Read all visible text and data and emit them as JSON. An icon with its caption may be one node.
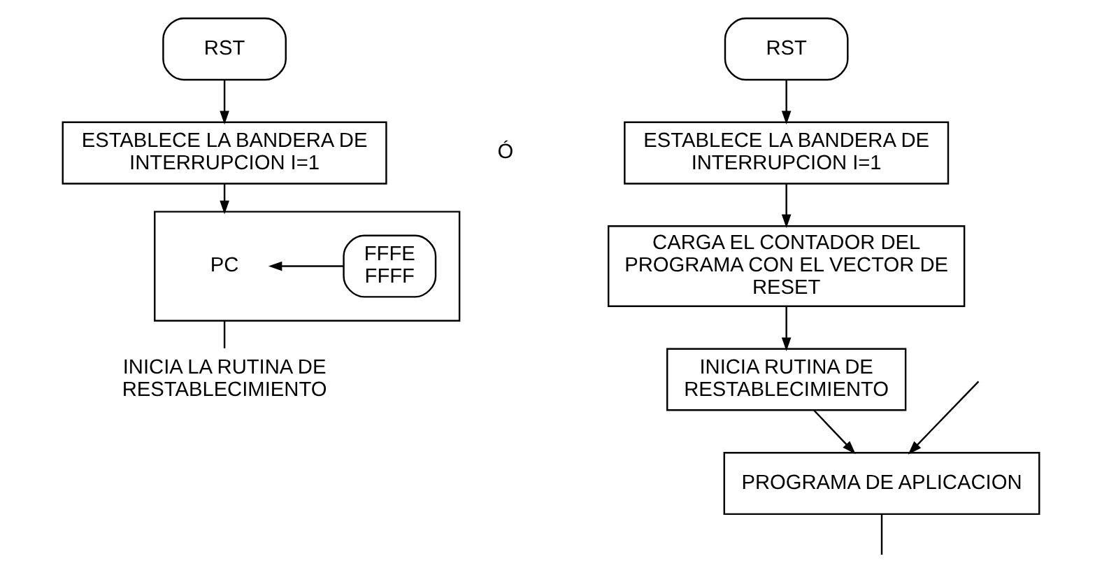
{
  "diagram": {
    "nodes": [
      {
        "text": [
          "RST"
        ]
      },
      {
        "text": [
          "ESTABLECE LA BANDERA DE INTERRUPCION I=1"
        ]
      },
      {
        "text": [],
        "shape": "box"
      },
      {
        "text": [
          "PC"
        ],
        "in": 2
      },
      {
        "text": [
          "FFFE FFFF"
        ],
        "in": 2
      },
      {
        "text": [
          "INICIA LA RUTINA DE RESTABLECIMIENTO"
        ]
      },
      {
        "text": [
          "RST"
        ]
      },
      {
        "text": [
          "ESTABLECE LA BANDERA DE INTERRUPCION I=1"
        ]
      },
      {
        "text": [
          "CARGA EL CONTADOR DEL PROGRAMA CON EL VECTOR DE RESET"
        ]
      },
      {
        "text": [
          "INICIA RUTINA DE RESTABLECIMIENTO"
        ]
      },
      {
        "text": [
          "PROGRAMA DE APLICACION"
        ]
      }
    ],
    "edges": [
      {
        "from": 0,
        "to": 1,
        "arrow": "to"
      },
      {
        "from": 1,
        "to": 2,
        "arrow": "to"
      },
      {
        "from": 4,
        "to": 3,
        "arrow": "to"
      },
      {
        "from": 2,
        "to": 5,
        "arrow": "none"
      },
      {
        "from": 6,
        "to": 7,
        "arrow": "to"
      },
      {
        "from": 7,
        "to": 8,
        "arrow": "to"
      },
      {
        "from": 8,
        "to": 9,
        "arrow": "to"
      },
      {
        "from": 9,
        "to": 10,
        "arrow": "to"
      },
      {
        "from": null,
        "to": 10,
        "arrow": "to"
      },
      {
        "from": 10,
        "to": null,
        "arrow": "none"
      }
    ],
    "labels": [
      "Ó"
    ]
  }
}
